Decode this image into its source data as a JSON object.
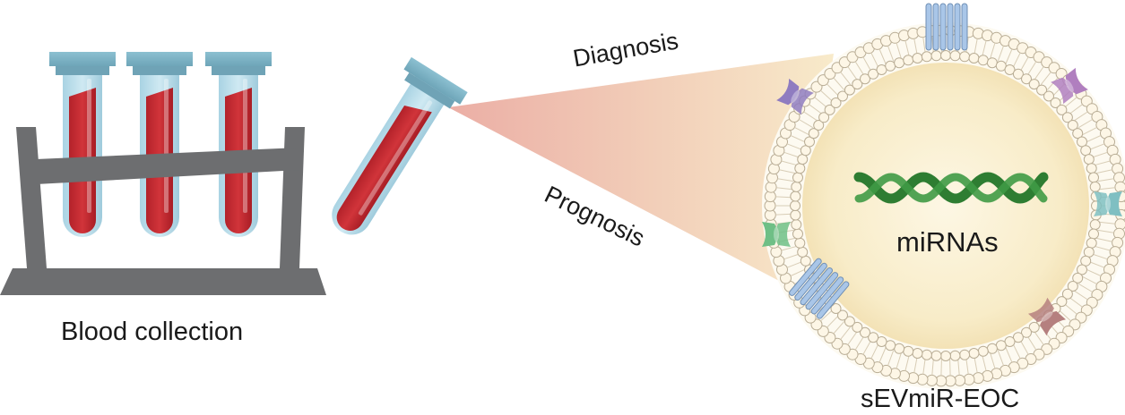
{
  "labels": {
    "blood_collection": "Blood collection",
    "diagnosis": "Diagnosis",
    "prognosis": "Prognosis",
    "mirnas": "miRNAs",
    "vesicle": "sEVmiR-EOC"
  },
  "colors": {
    "rack": "#6d6e70",
    "cap": "#7fb4c6",
    "tube_glass": "#b9dde9",
    "blood": "#c0272d",
    "beam_start": "#e9a59b",
    "beam_end": "#f7e8c4",
    "vesicle_core": "#fbf3dc",
    "lipid_head": "#fdf6e6",
    "rna_helix": "#2e7d32",
    "receptor_blue": "#a9c6e8",
    "protein_purple": "#8f7cc0",
    "protein_violet": "#b07fbf",
    "protein_teal": "#7fbfc2",
    "protein_green": "#6fbf86",
    "protein_red": "#b5807f"
  },
  "icons": [
    "test-tube-rack-icon",
    "blood-tube-icon",
    "extracellular-vesicle-icon",
    "membrane-protein-icon",
    "rna-helix-icon"
  ]
}
